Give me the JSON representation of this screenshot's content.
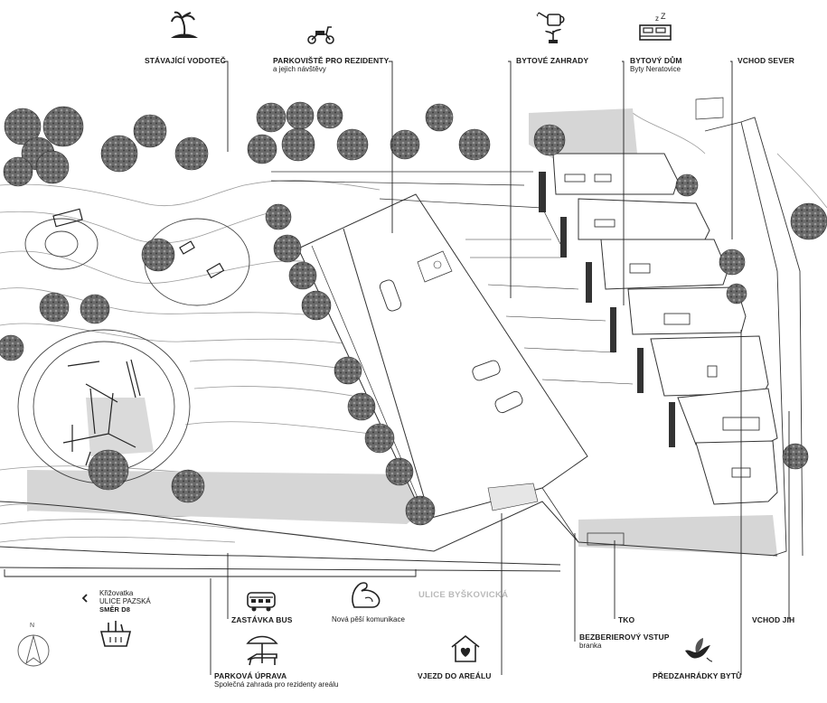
{
  "labels": {
    "vodotec": {
      "title": "STÁVAJÍCÍ VODOTEČ",
      "sub": ""
    },
    "parkoviste": {
      "title": "PARKOVIŠTĚ PRO REZIDENTY",
      "sub": "a jejich návštěvy"
    },
    "zahrady": {
      "title": "BYTOVÉ ZAHRADY",
      "sub": ""
    },
    "dum": {
      "title": "BYTOVÝ DŮM",
      "sub": "Byty Neratovice"
    },
    "sever": {
      "title": "VCHOD SEVER",
      "sub": ""
    },
    "krizovatka": {
      "line1": "Křižovatka",
      "line2": "ULICE PAZSKÁ",
      "line3": "SMĚR D8"
    },
    "bus": {
      "title": "ZASTÁVKA BUS"
    },
    "pesi": {
      "text": "Nová pěší komunikace"
    },
    "upravy": {
      "title": "PARKOVÁ ÚPRAVA",
      "sub": "Společná zahrada pro rezidenty areálu"
    },
    "vjezd": {
      "title": "VJEZD DO AREÁLU"
    },
    "bezbarier": {
      "title": "BEZBERIEROVÝ VSTUP",
      "sub": "branka"
    },
    "tko": {
      "title": "TKO"
    },
    "jih": {
      "title": "VCHOD JIH"
    },
    "predzahradky": {
      "title": "PŘEDZAHRÁDKY BYTŮ"
    }
  },
  "street_name": "ULICE BYŠKOVICKÁ",
  "north_label": "N",
  "icons": [
    "palm-island-icon",
    "scooter-icon",
    "watering-can-icon",
    "bed-icon",
    "bus-icon",
    "shopping-basket-icon",
    "strong-arm-icon",
    "sun-lounger-icon",
    "house-heart-icon",
    "dove-icon",
    "north-arrow-icon"
  ],
  "colors": {
    "line": "#333333",
    "tree": "#555555",
    "shade": "#d6d6d6",
    "street": "#b9b9b9"
  }
}
